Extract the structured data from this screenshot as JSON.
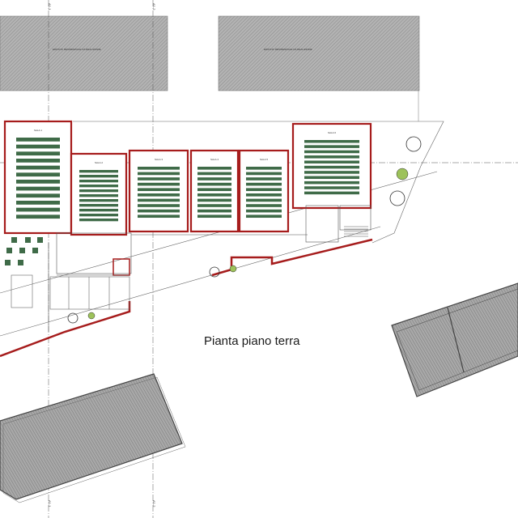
{
  "title": "Pianta piano terra",
  "colors": {
    "wall": "#a61c1c",
    "hatch": "#9a9a9a",
    "seats": "#3f6b48",
    "line": "#555555",
    "tree": "#8ab84a"
  },
  "axis_labels": {
    "a1": "A1-1",
    "a2": "A1-2"
  },
  "buildings": {
    "left": "EDIFICIO RESIDENZIALE DA REALIZZARE",
    "right": "EDIFICIO RESIDENZIALE DA REALIZZARE"
  },
  "rooms": [
    {
      "label": "SALA 1",
      "rows": 12
    },
    {
      "label": "SALA 2",
      "rows": 11
    },
    {
      "label": "SALA 3",
      "rows": 10
    },
    {
      "label": "SALA 4",
      "rows": 10
    },
    {
      "label": "SALA 5",
      "rows": 10
    },
    {
      "label": "SALA 6",
      "rows": 11
    }
  ]
}
